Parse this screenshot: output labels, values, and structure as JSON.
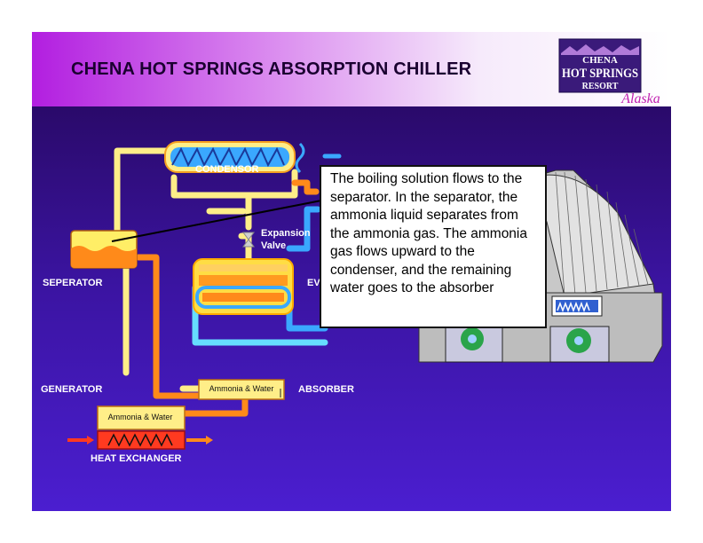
{
  "slide": {
    "title": "CHENA HOT SPRINGS ABSORPTION CHILLER"
  },
  "logo": {
    "line1": "CHENA",
    "line2": "HOT SPRINGS",
    "line3": "RESORT",
    "line4": "Alaska"
  },
  "diagram": {
    "labels": {
      "condensor": "CONDENSOR",
      "expansion_line1": "Expansion",
      "expansion_line2": "Valve",
      "seperator": "SEPERATOR",
      "evaporator_partial": "EV",
      "generator": "GENERATOR",
      "absorber": "ABSORBER",
      "heat_exchanger": "HEAT EXCHANGER",
      "absorber_tank": "Ammonia & Water",
      "generator_tank": "Ammonia & Water"
    }
  },
  "callout": {
    "text": "The boiling solution flows to the separator.  In the separator, the ammonia liquid separates from the ammonia gas.  The ammonia gas flows upward to the condenser, and the remaining water goes to the absorber"
  },
  "colors": {
    "pipe_yellow": "#ffee88",
    "pipe_orange": "#ff8a1a",
    "pipe_cyan": "#55ccff",
    "tank_yellow": "#ffee66",
    "background": "#3b14a2"
  }
}
